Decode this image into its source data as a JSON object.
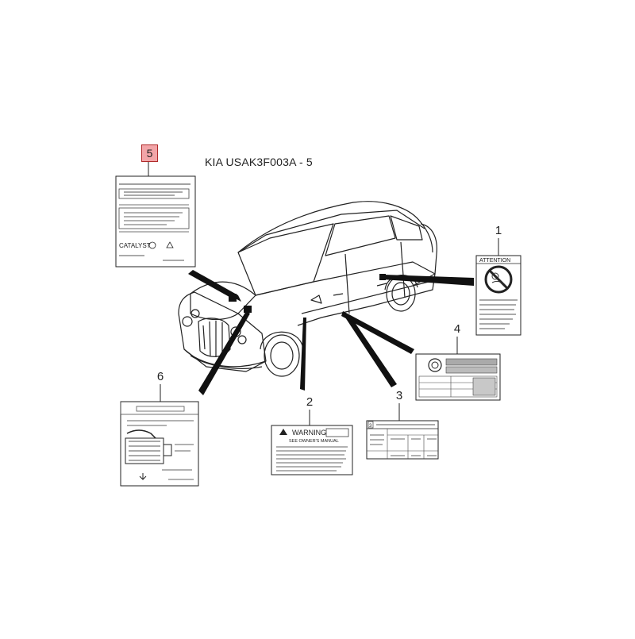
{
  "title": "KIA USAK3F003A - 5",
  "colors": {
    "highlight": "#f2a5a8",
    "line": "#222222",
    "fill": "#111111"
  },
  "callouts": {
    "c1": "1",
    "c2": "2",
    "c3": "3",
    "c4": "4",
    "c5": "5",
    "c6": "6"
  },
  "labels": {
    "l5": {
      "catalyst": "CATALYST"
    },
    "l1": {
      "heading": "ATTENTION"
    },
    "l2": {
      "heading": "WARNING",
      "subheading": "SEE OWNER'S MANUAL"
    },
    "l3": {
      "number": "3"
    }
  }
}
